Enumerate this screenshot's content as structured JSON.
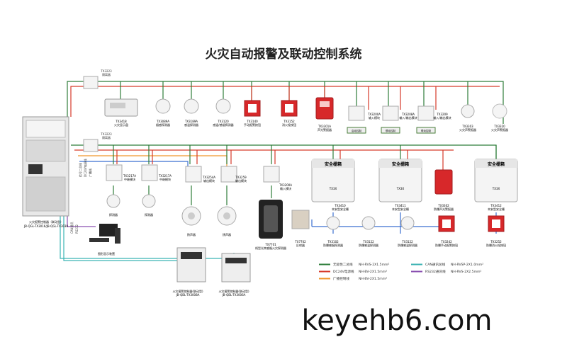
{
  "title": "火灾自动报警及联动控制系统",
  "watermark": "keyehb6.com",
  "colors": {
    "green": "#2e7d3a",
    "red": "#d63a2a",
    "orange": "#f0962a",
    "blue": "#3a6fd0",
    "teal": "#3bb3b3",
    "purple": "#8a4fb0",
    "device_red": "#d7282a"
  },
  "labels": {
    "hub1_code": "TX3223",
    "hub1_name": "隔离器",
    "hub2_code": "TX3223",
    "hub2_name": "隔离器",
    "panel_code": "TX3418",
    "panel_name": "火灾显示盘",
    "d1_code": "TX3089A",
    "d1_name": "烟感探测器",
    "d2_code": "TX3189A",
    "d2_name": "感温探测器",
    "d3_code": "TX3120",
    "d3_name": "感温/感烟探测器",
    "d4_code": "TX3140",
    "d4_name": "手动报警按钮",
    "d5_code": "TX3152",
    "d5_name": "消火栓按钮",
    "d6_code": "TX3301A",
    "d6_name": "声光警报器",
    "m1_code": "TX3200A",
    "m1_name": "输入模块",
    "m1_box": "启动控制",
    "m2_code": "TX3208A",
    "m2_name": "输入/输出模块",
    "m2_box": "联动控制",
    "m3_code": "TX3209",
    "m3_name": "输入/输出模块",
    "m3_box": "联动控制",
    "m4_code": "TX3303",
    "m4_name": "火灾声警报器",
    "m5_code": "TX3320",
    "m5_name": "火灾声警报器",
    "r2a_code": "TX3217A",
    "r2a_name": "中继模块",
    "r2b_code": "TX3217A",
    "r2b_name": "中继模块",
    "r2c_code": "TX3254A",
    "r2c_name": "输出模块",
    "r2d_code": "TX3259",
    "r2d_name": "输出模块",
    "r2e_code": "TX3200A",
    "r2e_name": "输入模块",
    "r3a_name": "探测器",
    "r3b_name": "探测器",
    "spk1_name": "扬声器",
    "spk2_name": "扬声器",
    "beam_code": "TX7701",
    "beam_name": "线型光束感烟火灾探测器",
    "beam2_code": "TX7702",
    "beam2_name": "反射器",
    "safe_box": "安全栅箱",
    "safe_sub": "TX3X",
    "s1_code": "TX3410",
    "s1_name": "本安型安全栅",
    "s2_code": "TX3411",
    "s2_name": "本安型安全栅",
    "s3_code": "TX3412",
    "s3_name": "本安型安全栅",
    "s4_code": "TX3302",
    "s4_name": "防爆声光警报器",
    "b1_code": "TX3102",
    "b1_name": "防爆感烟探测器",
    "b2_code": "TX3122",
    "b2_name": "防爆感温探测器",
    "b3_code": "TX3122",
    "b3_name": "防爆感温探测器",
    "b4_code": "TX3242",
    "b4_name": "防爆手动报警按钮",
    "b5_code": "TX3252",
    "b5_name": "防爆消火栓按钮",
    "cabinet_name": "火灾报警控制器（联动型）",
    "cabinet_code": "JB-QGL-TX3016/JB-QGL-TX3030",
    "pc_name": "图形显示装置",
    "fp1_name": "火灾报警控制器(联动型)",
    "fp1_code": "JB-QBL-TX3008A",
    "fp2_name": "火灾报警控制器(联动型)",
    "fp2_code": "JB-QBL-TX3006A",
    "v_label1": "信号二总线",
    "v_label2": "DC24V电源线",
    "v_label3": "广播线",
    "v_label4": "CAN通讯",
    "v_label5": "RS232"
  },
  "legend": [
    {
      "color": "#2e7d3a",
      "name": "无极性二总线",
      "spec": "NH-RVS-2X1.5mm²"
    },
    {
      "color": "#d63a2a",
      "name": "DC24V电源线",
      "spec": "NH-BV-2X1.5mm²"
    },
    {
      "color": "#f0962a",
      "name": "广播控制线",
      "spec": "NH-BV-2X1.5mm²"
    },
    {
      "color": "#3bb3b3",
      "name": "CAN通讯总线",
      "spec": "NH-RVSP-2X1.0mm²"
    },
    {
      "color": "#8a4fb0",
      "name": "RS232通讯线",
      "spec": "NH-RVS-2X2.5mm²"
    }
  ]
}
